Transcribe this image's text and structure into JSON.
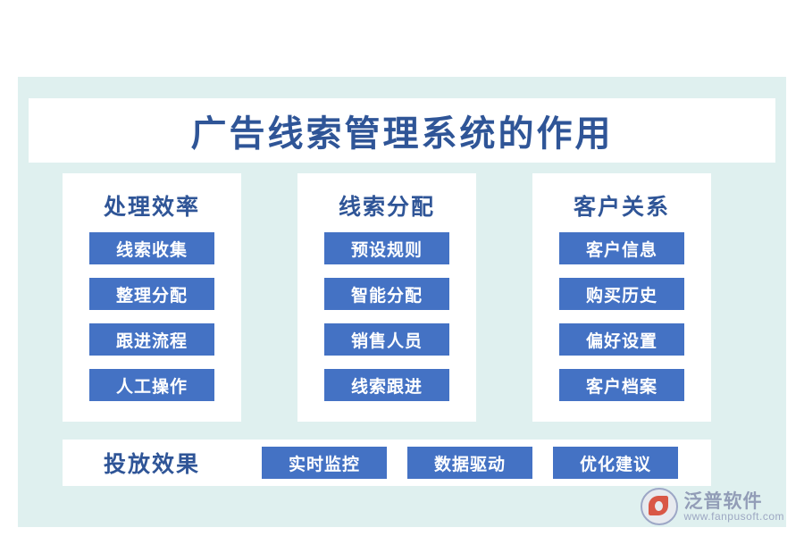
{
  "title": "广告线索管理系统的作用",
  "colors": {
    "band": "#dff0ef",
    "panel": "#ffffff",
    "heading": "#2f5597",
    "chip": "#4472c4",
    "chip_text": "#ffffff"
  },
  "columns": [
    {
      "heading": "处理效率",
      "items": [
        "线索收集",
        "整理分配",
        "跟进流程",
        "人工操作"
      ]
    },
    {
      "heading": "线索分配",
      "items": [
        "预设规则",
        "智能分配",
        "销售人员",
        "线索跟进"
      ]
    },
    {
      "heading": "客户关系",
      "items": [
        "客户信息",
        "购买历史",
        "偏好设置",
        "客户档案"
      ]
    }
  ],
  "bottom_row": {
    "heading": "投放效果",
    "items": [
      "实时监控",
      "数据驱动",
      "优化建议"
    ]
  },
  "watermark": {
    "name": "泛普软件",
    "url": "www.fanpusoft.com"
  }
}
